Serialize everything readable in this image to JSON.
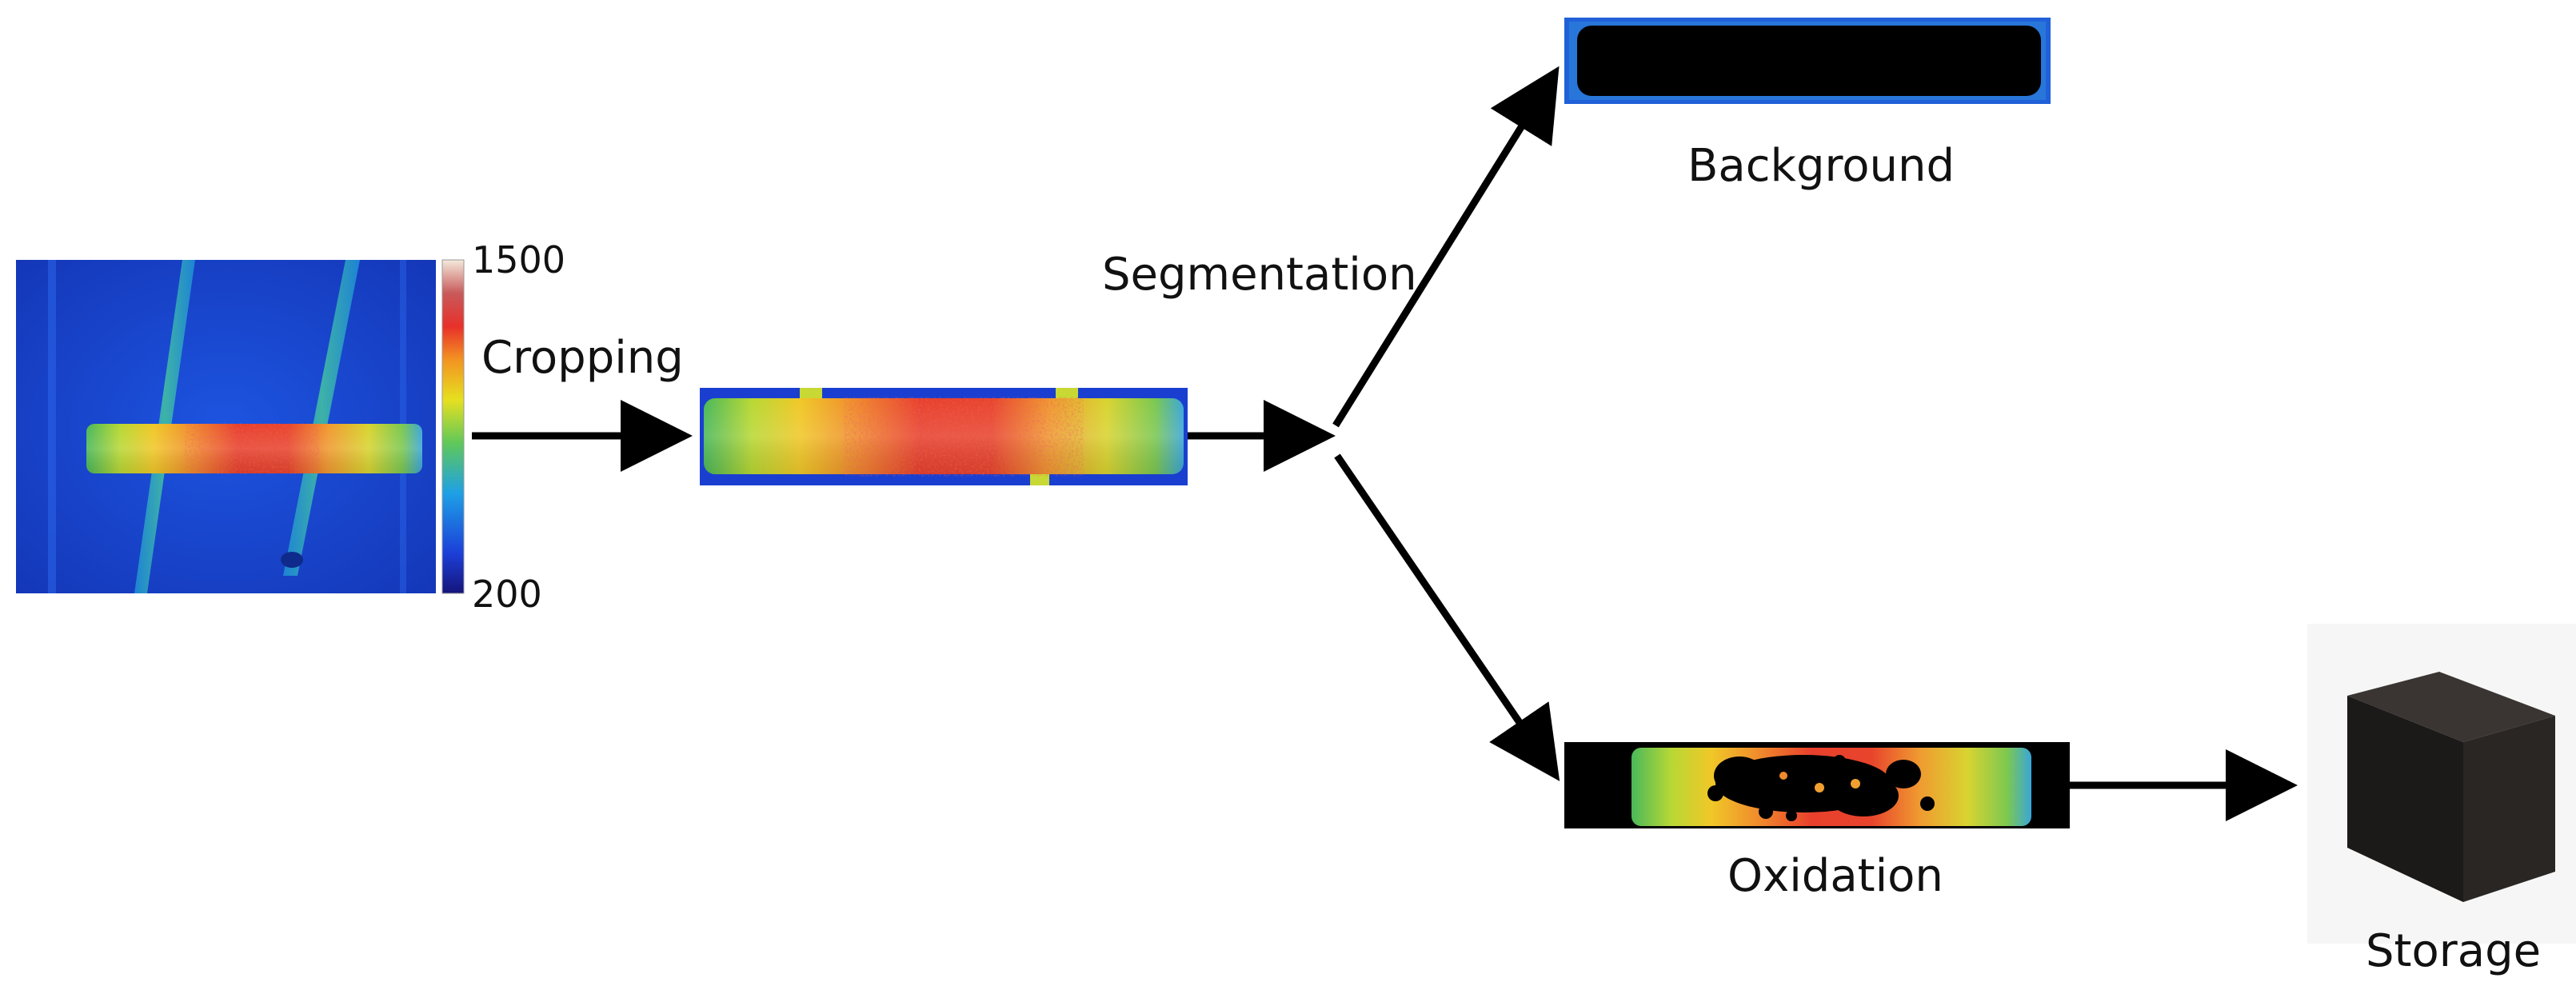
{
  "colorbar": {
    "max_label": "1500",
    "min_label": "200"
  },
  "steps": {
    "cropping": "Cropping",
    "segmentation": "Segmentation",
    "background": "Background",
    "oxidation": "Oxidation",
    "storage": "Storage"
  },
  "colors": {
    "thermal_cold": "#1a3fd0",
    "thermal_hot": "#e43a2a",
    "arrow": "#000000",
    "cube_top": "#3a3532",
    "cube_front": "#1c1a19",
    "cube_side": "#2a2624"
  }
}
